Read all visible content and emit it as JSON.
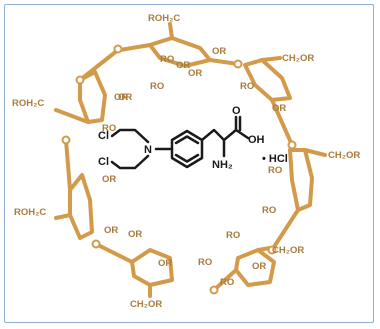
{
  "colors": {
    "ring": "#d39a4a",
    "ring_text": "#a87c3c",
    "molecule": "#1a1a1a",
    "frame": "#8fb0d3"
  },
  "labels": {
    "roh2c_top": "ROH₂C",
    "ch2or_top_right": "CH₂OR",
    "ch2or_right": "CH₂OR",
    "ch2or_bottom_right": "CH₂OR",
    "ch2or_bottom": "CH₂OR",
    "roh2c_left_bottom": "ROH₂C",
    "roh2c_left_top": "ROH₂C",
    "or_1": "OR",
    "or_2": "OR",
    "or_3": "RO",
    "or_4": "OR",
    "or_5": "OR",
    "or_6": "RO",
    "or_7": "OR",
    "or_8": "RO",
    "or_9": "RO",
    "or_10": "RO",
    "or_11": "OR",
    "or_12": "RO",
    "or_13": "RO",
    "or_14": "OR",
    "or_15": "OR",
    "or_16": "OR",
    "or_17": "OR",
    "or_18": "OR",
    "or_19": "RO",
    "or_20": "RO"
  },
  "molecule": {
    "cl_top": "Cl",
    "cl_bottom": "Cl",
    "n": "N",
    "oh": "OH",
    "o": "O",
    "nh2": "NH₂",
    "salt": "• HCl"
  }
}
